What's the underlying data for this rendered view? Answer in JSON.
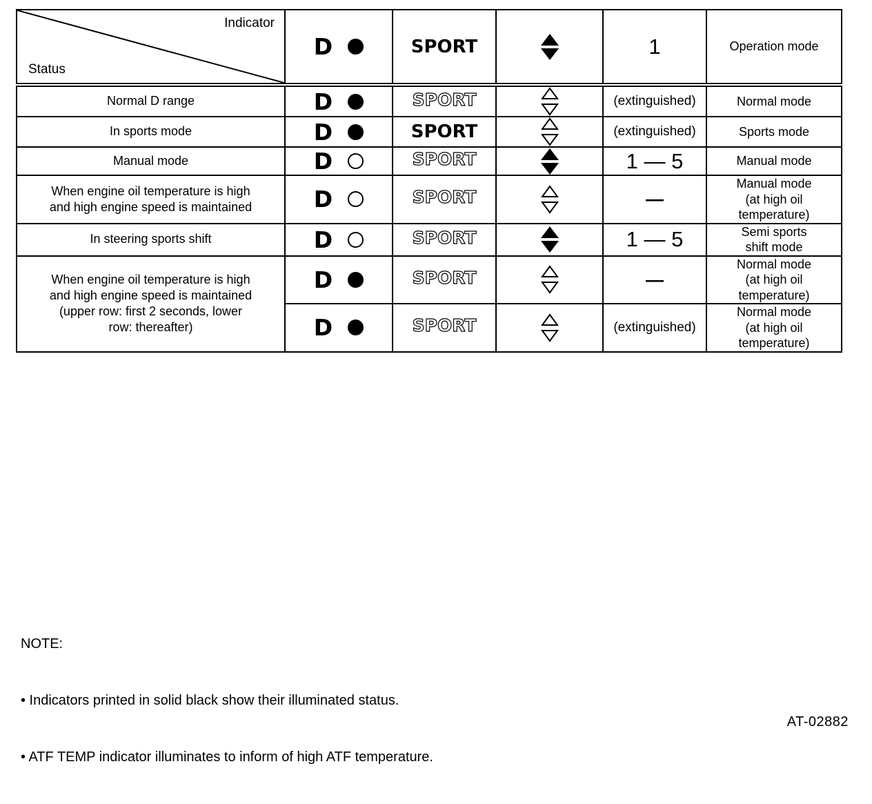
{
  "figure": {
    "code": "AT-02882"
  },
  "table": {
    "header": {
      "indicator_label": "Indicator",
      "status_label": "Status",
      "columns": [
        {
          "key": "d",
          "d_letter": "D",
          "lamp": "on",
          "name": "d-indicator-header"
        },
        {
          "key": "sport",
          "text": "SPORT",
          "state": "on",
          "name": "sport-indicator-header"
        },
        {
          "key": "arrows",
          "state": "on",
          "name": "shift-arrows-header"
        },
        {
          "key": "gear",
          "text": "1",
          "name": "gear-number-header"
        },
        {
          "key": "mode",
          "text": "Operation mode",
          "name": "operation-mode-header"
        }
      ]
    },
    "rows": [
      {
        "status": "Normal D range",
        "d_letter": "D",
        "lamp": "on",
        "sport": "SPORT",
        "sport_state": "off",
        "arrows_state": "off",
        "gear": "(extinguished)",
        "gear_size": "small",
        "mode": "Normal mode"
      },
      {
        "status": "In sports mode",
        "d_letter": "D",
        "lamp": "on",
        "sport": "SPORT",
        "sport_state": "on",
        "arrows_state": "off",
        "gear": "(extinguished)",
        "gear_size": "small",
        "mode": "Sports mode"
      },
      {
        "status": "Manual mode",
        "d_letter": "D",
        "lamp": "off",
        "sport": "SPORT",
        "sport_state": "off",
        "arrows_state": "on",
        "gear": "1 — 5",
        "gear_size": "big",
        "mode": "Manual mode"
      },
      {
        "status": "When engine oil temperature is high\nand high engine speed is maintained",
        "d_letter": "D",
        "lamp": "off",
        "sport": "SPORT",
        "sport_state": "off",
        "arrows_state": "off",
        "gear": "—",
        "gear_size": "dash",
        "mode": "Manual mode\n(at high oil\ntemperature)"
      },
      {
        "status": "In steering sports shift",
        "d_letter": "D",
        "lamp": "off",
        "sport": "SPORT",
        "sport_state": "off",
        "arrows_state": "on",
        "gear": "1 — 5",
        "gear_size": "big",
        "mode": "Semi sports\nshift mode"
      },
      {
        "status": "When engine oil temperature is high\nand high engine speed is maintained\n(upper row: first 2 seconds, lower\nrow: thereafter)",
        "status_rowspan": 2,
        "d_letter": "D",
        "lamp": "on",
        "sport": "SPORT",
        "sport_state": "off",
        "arrows_state": "off",
        "gear": "—",
        "gear_size": "dash",
        "mode": "Normal mode\n(at high oil\ntemperature)"
      },
      {
        "status": null,
        "d_letter": "D",
        "lamp": "on",
        "sport": "SPORT",
        "sport_state": "off",
        "arrows_state": "off",
        "gear": "(extinguished)",
        "gear_size": "small",
        "mode": "Normal mode\n(at high oil\ntemperature)"
      }
    ]
  },
  "notes": {
    "title": "NOTE:",
    "items": [
      "• Indicators printed in solid black show their illuminated status.",
      "• ATF TEMP indicator illuminates to inform of high ATF temperature."
    ]
  },
  "colors": {
    "ink": "#000000",
    "paper": "#ffffff"
  }
}
